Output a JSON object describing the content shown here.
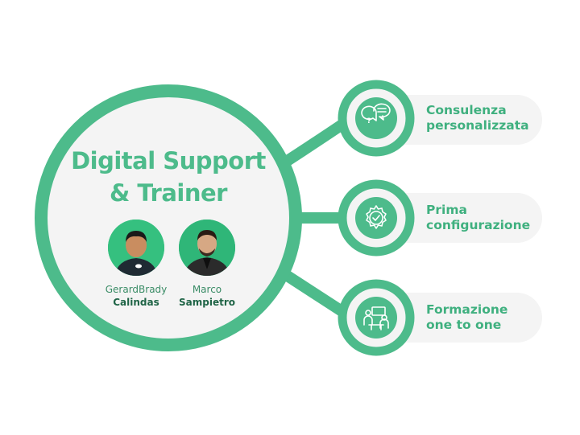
{
  "hub": {
    "title_line1": "Digital Support",
    "title_line2": "& Trainer",
    "people": [
      {
        "first": "GerardBrady",
        "last": "Calindas"
      },
      {
        "first": "Marco",
        "last": "Sampietro"
      }
    ]
  },
  "services": [
    {
      "line1": "Consulenza",
      "line2": "personalizzata",
      "icon": "chat-question-icon"
    },
    {
      "line1": "Prima",
      "line2": "configurazione",
      "icon": "gear-check-icon"
    },
    {
      "line1": "Formazione",
      "line2": "one to one",
      "icon": "training-meeting-icon"
    }
  ],
  "colors": {
    "accent": "#4dbb8b",
    "pill_bg": "#f4f4f4",
    "hub_bg": "#f4f4f4"
  }
}
